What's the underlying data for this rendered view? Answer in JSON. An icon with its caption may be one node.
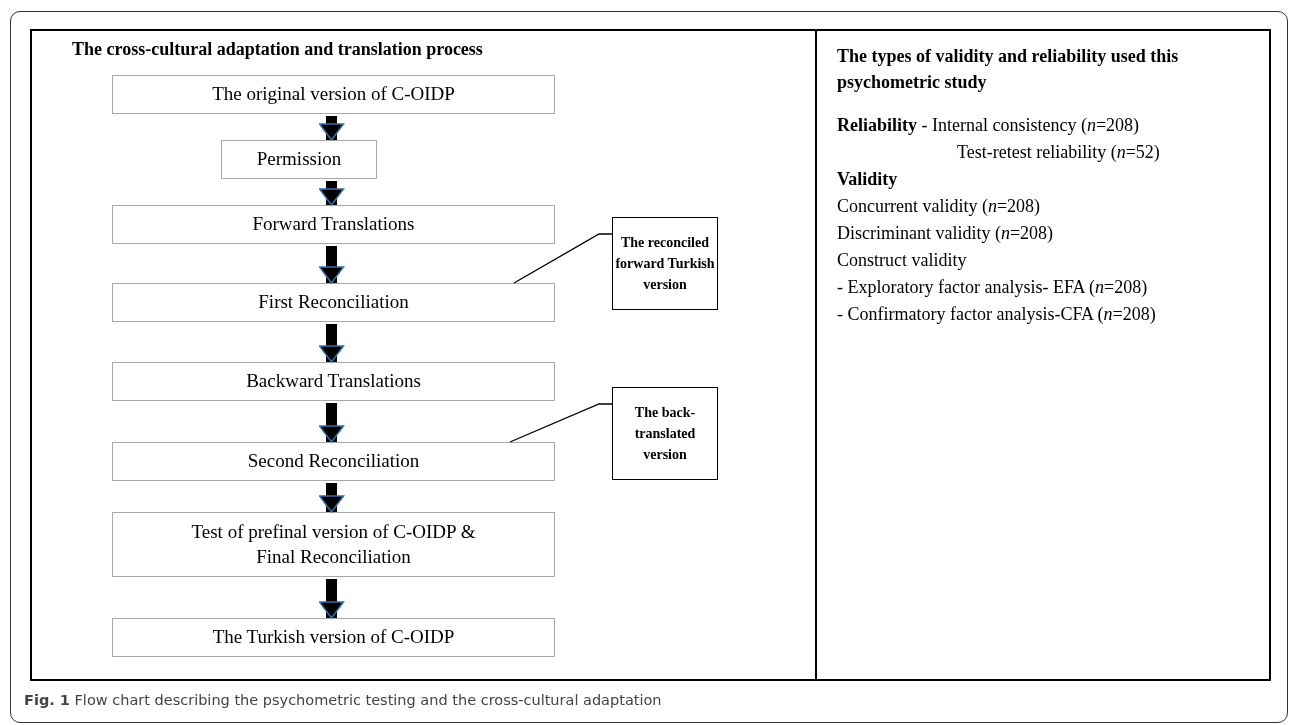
{
  "diagram": {
    "caption": "**Fig. 1** Flow chart describing the psychometric testing and the cross-cultural adaptation",
    "nodes": [
      {
        "text": [
          "The cross-cultural adaptation and translation process"
        ]
      },
      {
        "text": [
          "The original version of C-OIDP"
        ],
        "in": 0
      },
      {
        "text": [
          "Permission"
        ],
        "in": 0
      },
      {
        "text": [
          "Forward Translations"
        ],
        "in": 0
      },
      {
        "text": [
          "First Reconciliation"
        ],
        "in": 0
      },
      {
        "text": [
          "Backward Translations"
        ],
        "in": 0
      },
      {
        "text": [
          "Second Reconciliation"
        ],
        "in": 0
      },
      {
        "text": [
          "Test of prefinal version of C-OIDP & Final Reconciliation"
        ],
        "in": 0
      },
      {
        "text": [
          "The Turkish version of C-OIDP"
        ],
        "in": 0
      },
      {
        "text": [
          "The reconciled forward Turkish version"
        ],
        "in": 0
      },
      {
        "text": [
          "The back-translated version"
        ],
        "in": 0
      },
      {
        "text": [
          "The types of validity and reliability used this psychometric study",
          "**Reliability** - Internal consistency (*n*=208)",
          "Test-retest reliability (*n*=52)",
          "Validity",
          "Concurrent validity (*n*=208)",
          "Discriminant validity (*n*=208)",
          "Construct validity",
          "- Exploratory factor analysis- EFA (*n*=208)",
          "- Confirmatory factor analysis-CFA (*n*=208)"
        ]
      }
    ],
    "edges": [
      {
        "from": 1,
        "to": 2,
        "arrow": "to"
      },
      {
        "from": 2,
        "to": 3,
        "arrow": "to"
      },
      {
        "from": 3,
        "to": 4,
        "arrow": "to"
      },
      {
        "from": 4,
        "to": 5,
        "arrow": "to"
      },
      {
        "from": 5,
        "to": 6,
        "arrow": "to"
      },
      {
        "from": 6,
        "to": 7,
        "arrow": "to"
      },
      {
        "from": 7,
        "to": 8,
        "arrow": "to"
      },
      {
        "from": 9,
        "to": 4,
        "arrow": "none"
      },
      {
        "from": 10,
        "to": 6,
        "arrow": "none"
      }
    ]
  }
}
